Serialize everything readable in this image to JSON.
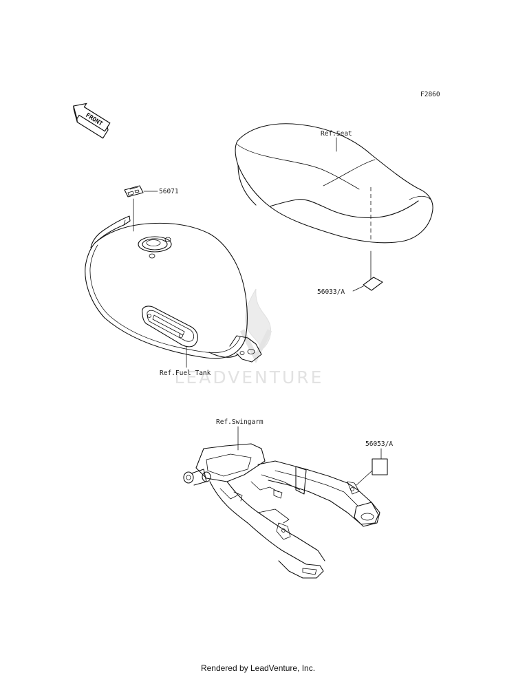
{
  "figure_id": "F2860",
  "front_label": "FRONT",
  "watermark": "LEADVENTURE",
  "labels": {
    "part_56071": "56071",
    "part_56033a": "56033/A",
    "part_56053a": "56053/A",
    "ref_seat": "Ref.Seat",
    "ref_fuel_tank": "Ref.Fuel Tank",
    "ref_swingarm": "Ref.Swingarm"
  },
  "footer": "Rendered by LeadVenture, Inc."
}
